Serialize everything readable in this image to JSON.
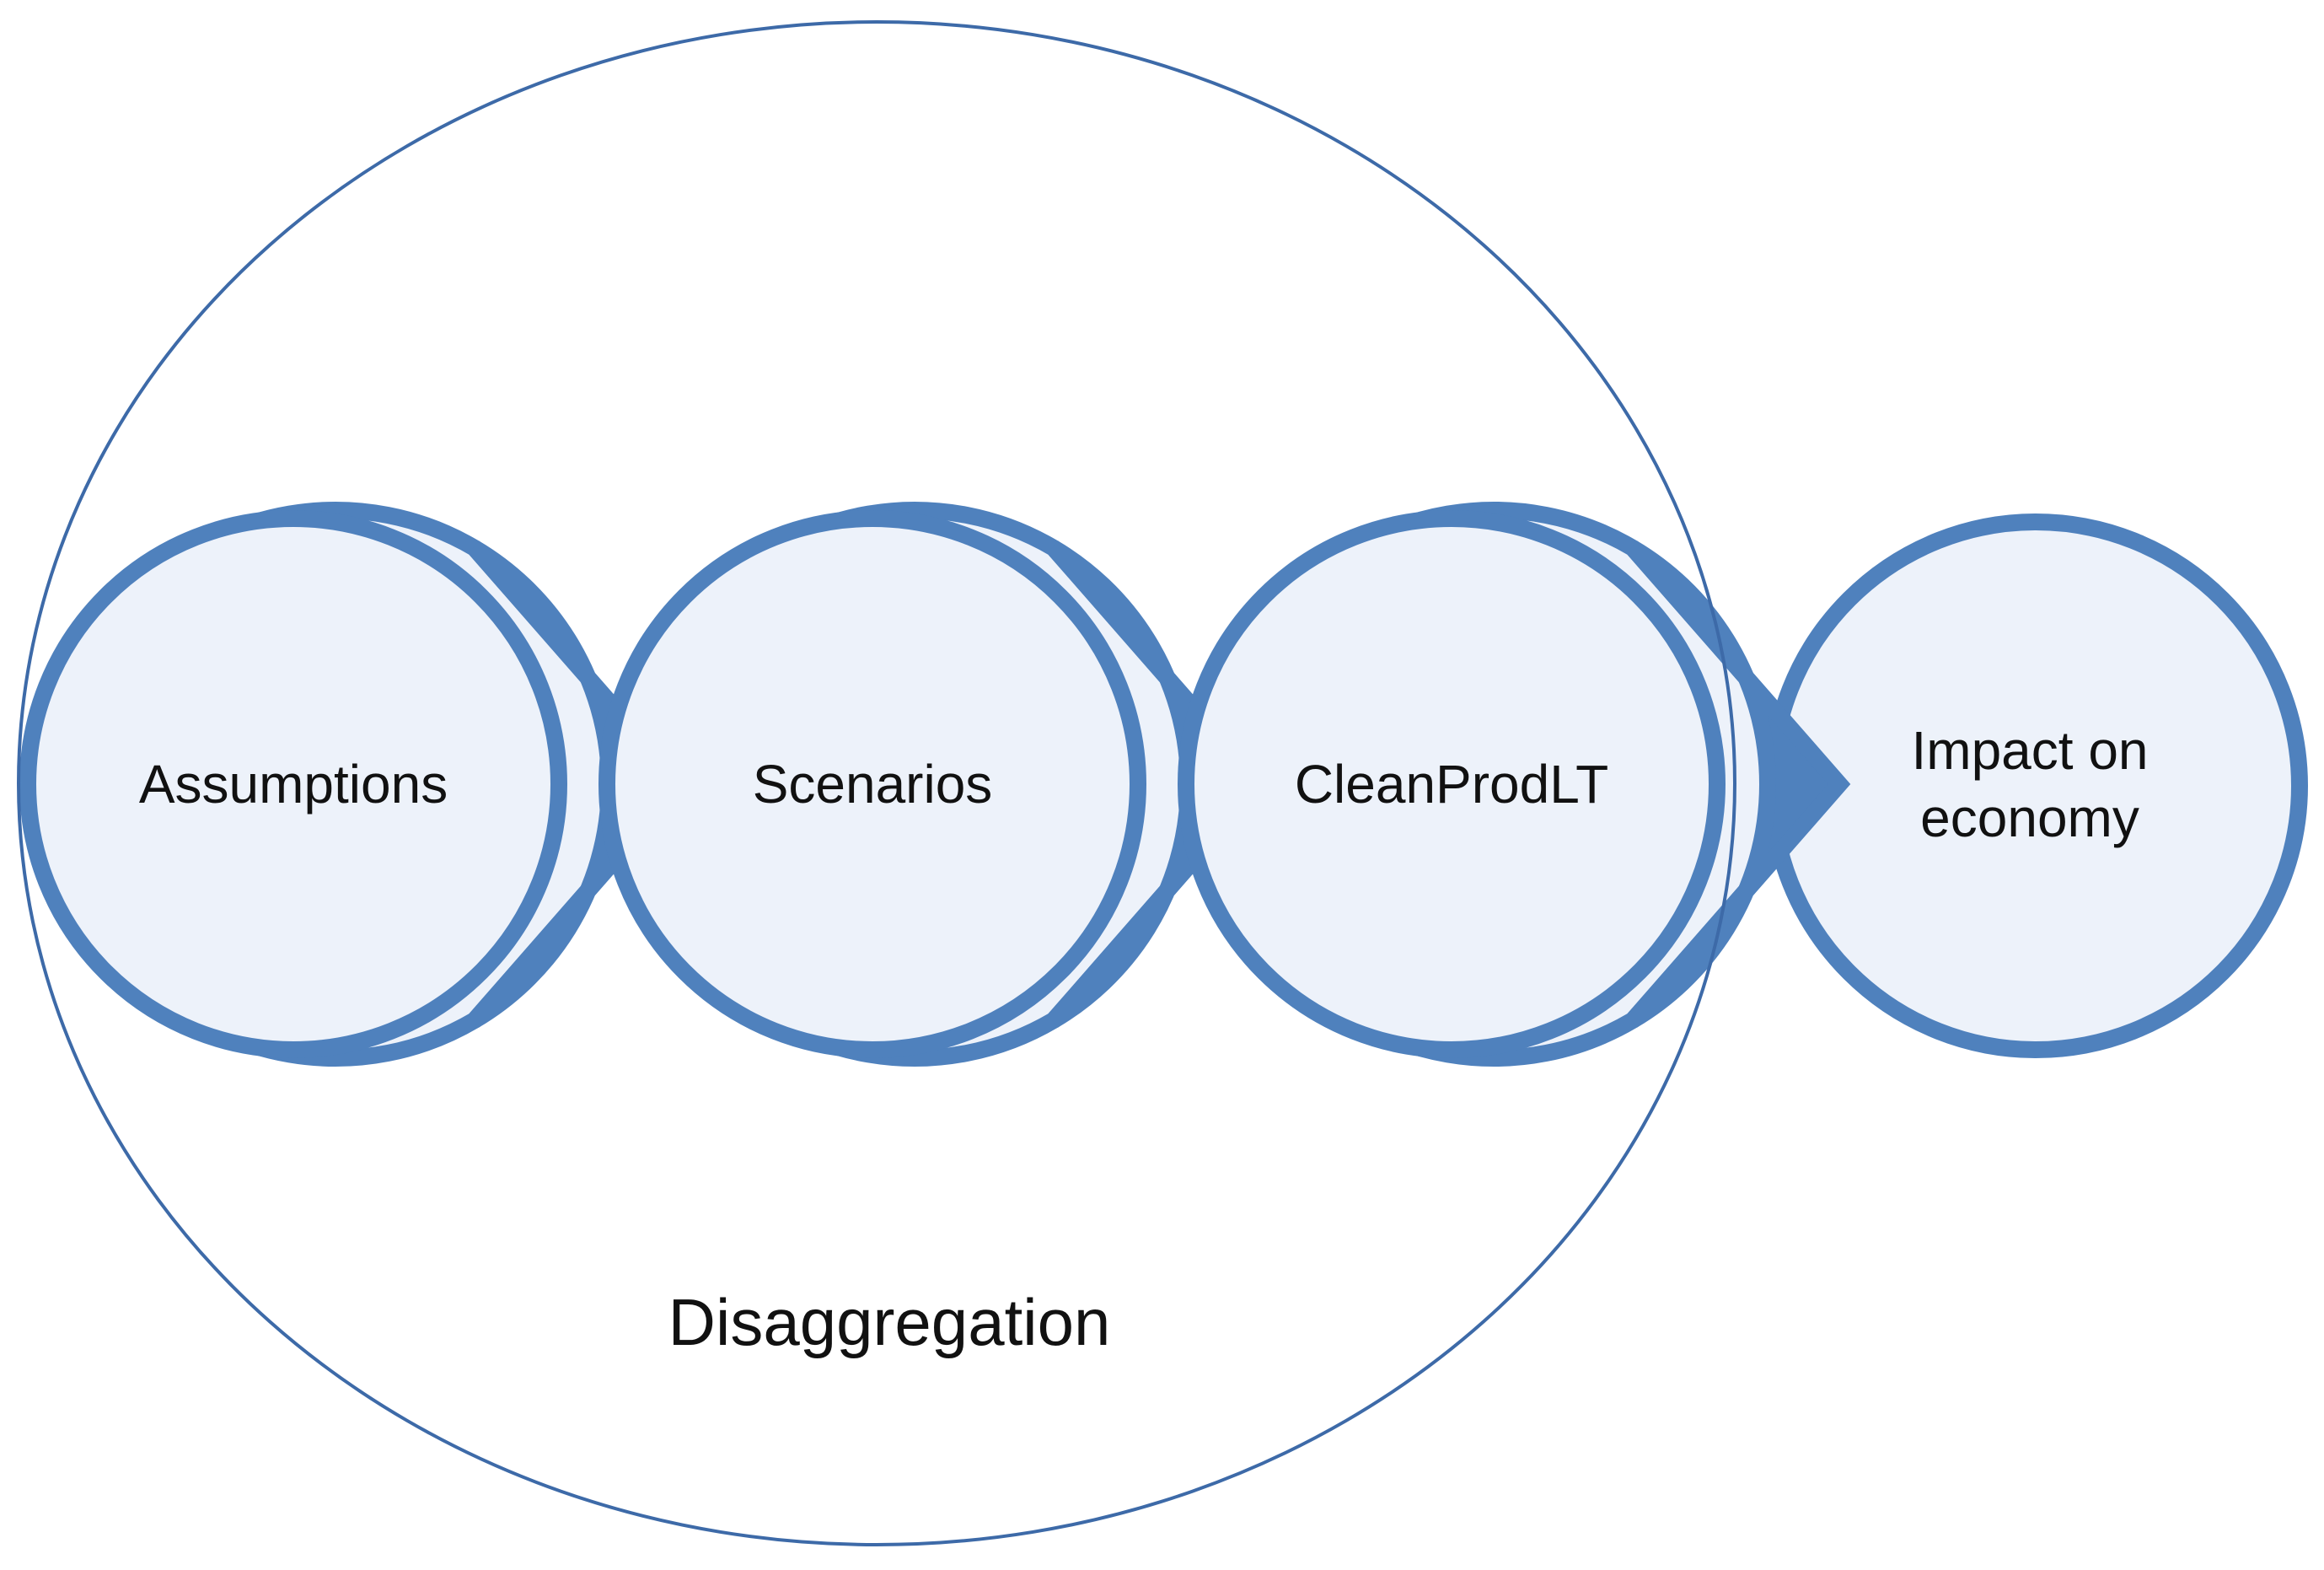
{
  "colors": {
    "node_fill": "#edf2fa",
    "node_stroke": "#4f81bd",
    "arrow_fill": "#4f81bd",
    "outer_stroke": "#3d6aa8",
    "background": "#ffffff"
  },
  "outer_group": {
    "label": "Disaggregation"
  },
  "nodes": [
    {
      "id": "assumptions",
      "lines": [
        "Assumptions"
      ]
    },
    {
      "id": "scenarios",
      "lines": [
        "Scenarios"
      ]
    },
    {
      "id": "cleanprodlt",
      "lines": [
        "CleanProdLT"
      ]
    },
    {
      "id": "impact",
      "lines": [
        "Impact on",
        "economy"
      ]
    }
  ]
}
